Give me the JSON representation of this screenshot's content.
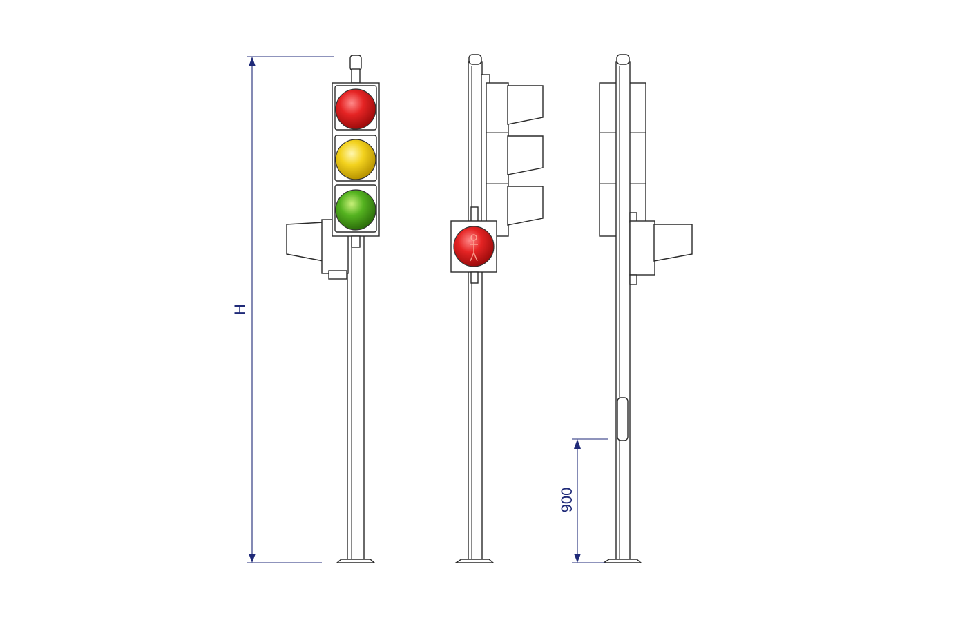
{
  "dimensions": {
    "height_label": "H",
    "base_height_label": "900"
  },
  "colors": {
    "red": "#e01b1b",
    "yellow": "#f2d31c",
    "green": "#4fae1e",
    "dimension": "#1f2a78"
  },
  "views": [
    "front-view",
    "side-view",
    "rear-view"
  ]
}
